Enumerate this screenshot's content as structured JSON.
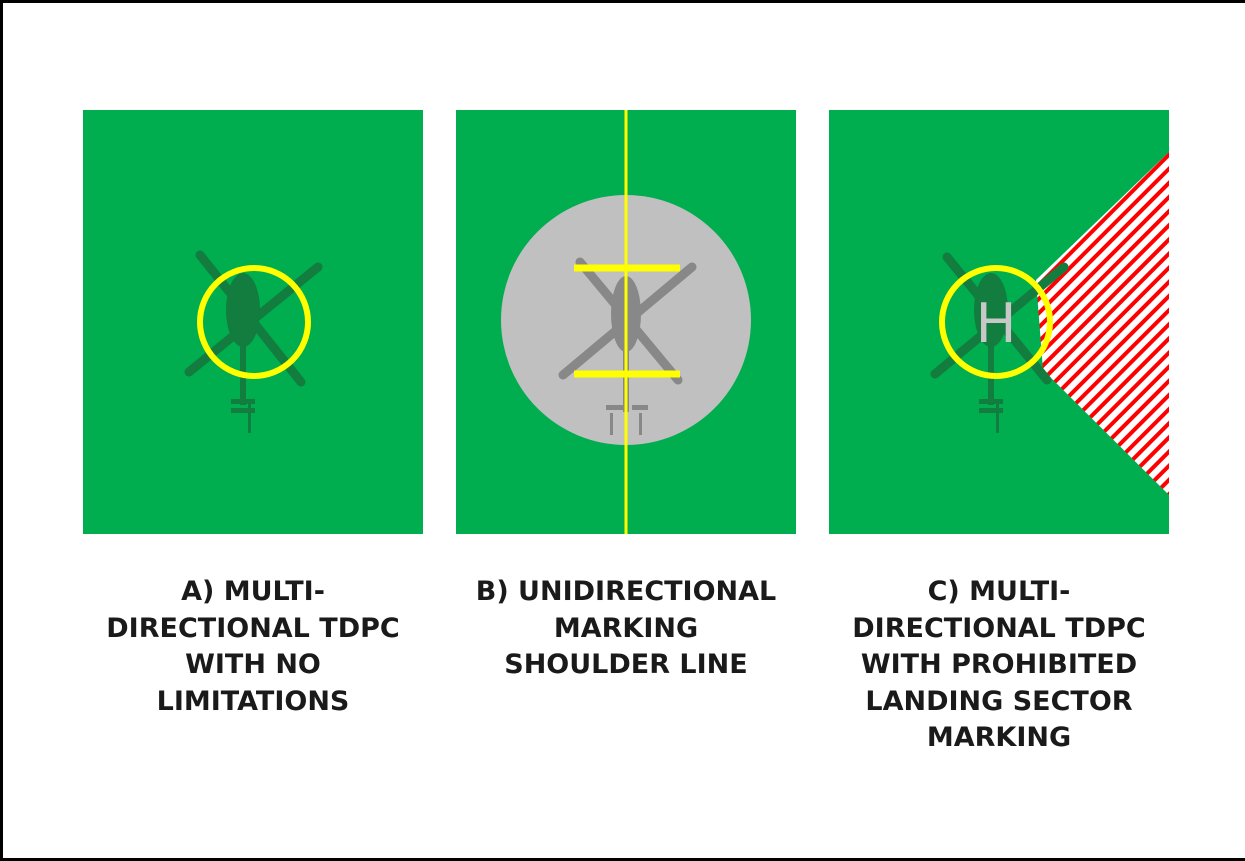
{
  "colors": {
    "surface_green": "#00ad4f",
    "tdpc_circle_yellow": "#ffff00",
    "shoulder_line_yellow": "#ffff00",
    "helicopter_dark": "#127d3e",
    "helicopter_grey": "#888888",
    "gray_disc": "#c0c0c0",
    "h_letter": "#c8c8c8",
    "prohibited_red": "#ff0000",
    "prohibited_white": "#ffffff",
    "caption_text": "#1a1a1a"
  },
  "icons": {
    "helicopter": "helicopter-silhouette-icon"
  },
  "panels": [
    {
      "id": "a",
      "caption": "A) MULTI-\nDIRECTIONAL TDPC\nWITH NO\nLIMITATIONS",
      "elements": [
        "tdpc-circle",
        "helicopter"
      ]
    },
    {
      "id": "b",
      "caption": "B) UNIDIRECTIONAL\nMARKING\nSHOULDER LINE",
      "elements": [
        "gray-disc",
        "centre-line",
        "shoulder-lines",
        "helicopter"
      ]
    },
    {
      "id": "c",
      "caption": "C) MULTI-\nDIRECTIONAL TDPC\nWITH PROHIBITED\nLANDING SECTOR\nMARKING",
      "h_letter": "H",
      "elements": [
        "tdpc-circle",
        "h-marking",
        "prohibited-sector",
        "helicopter"
      ]
    }
  ]
}
